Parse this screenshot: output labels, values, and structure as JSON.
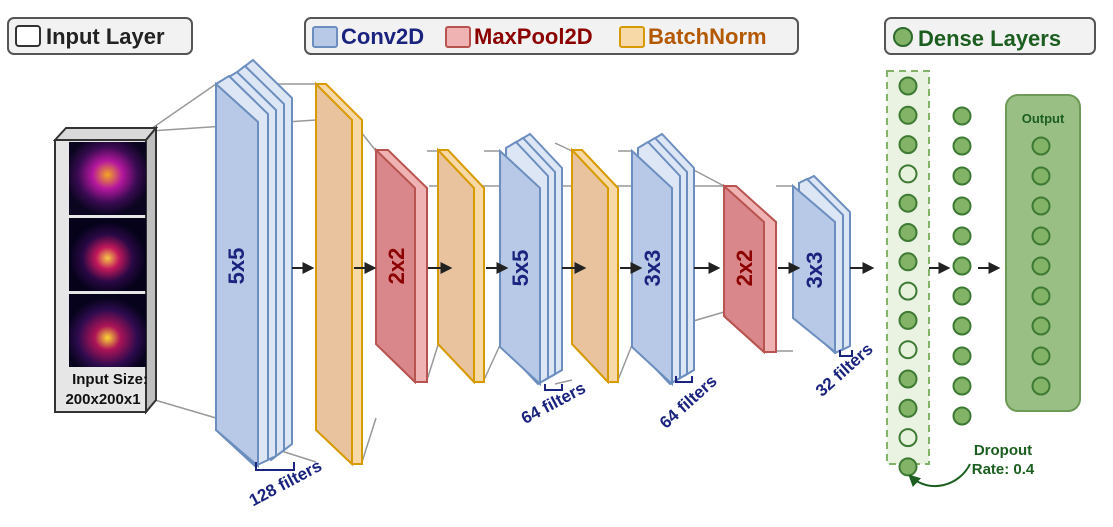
{
  "legend": {
    "input": "Input Layer",
    "conv": "Conv2D",
    "pool": "MaxPool2D",
    "bn": "BatchNorm",
    "dense": "Dense Layers"
  },
  "input": {
    "size_label": "Input Size:",
    "size_value": "200x200x1"
  },
  "layers": {
    "conv1_kernel": "5x5",
    "pool1_kernel": "2x2",
    "conv2_kernel": "5x5",
    "conv3_kernel": "3x3",
    "pool2_kernel": "2x2",
    "conv4_kernel": "3x3"
  },
  "filters": {
    "conv1": "128 filters",
    "conv2": "64 filters",
    "conv3": "64 filters",
    "conv4": "32 filters"
  },
  "dense": {
    "output_label": "Output",
    "dropout_line1": "Dropout",
    "dropout_line2": "Rate: 0.4"
  },
  "colors": {
    "conv_fill": "#b7c9e6",
    "conv_stroke": "#6c8ebf",
    "pool_fill": "#d9878a",
    "pool_stroke": "#b85450",
    "bn_fill": "#e8c39e",
    "bn_stroke": "#d79b00",
    "dense_fill": "#82b366",
    "dense_stroke": "#2f6b2f",
    "text_navy": "#1a237e",
    "text_dark_red": "#8b0000",
    "text_orange": "#b35900",
    "text_green": "#1b5e20"
  }
}
